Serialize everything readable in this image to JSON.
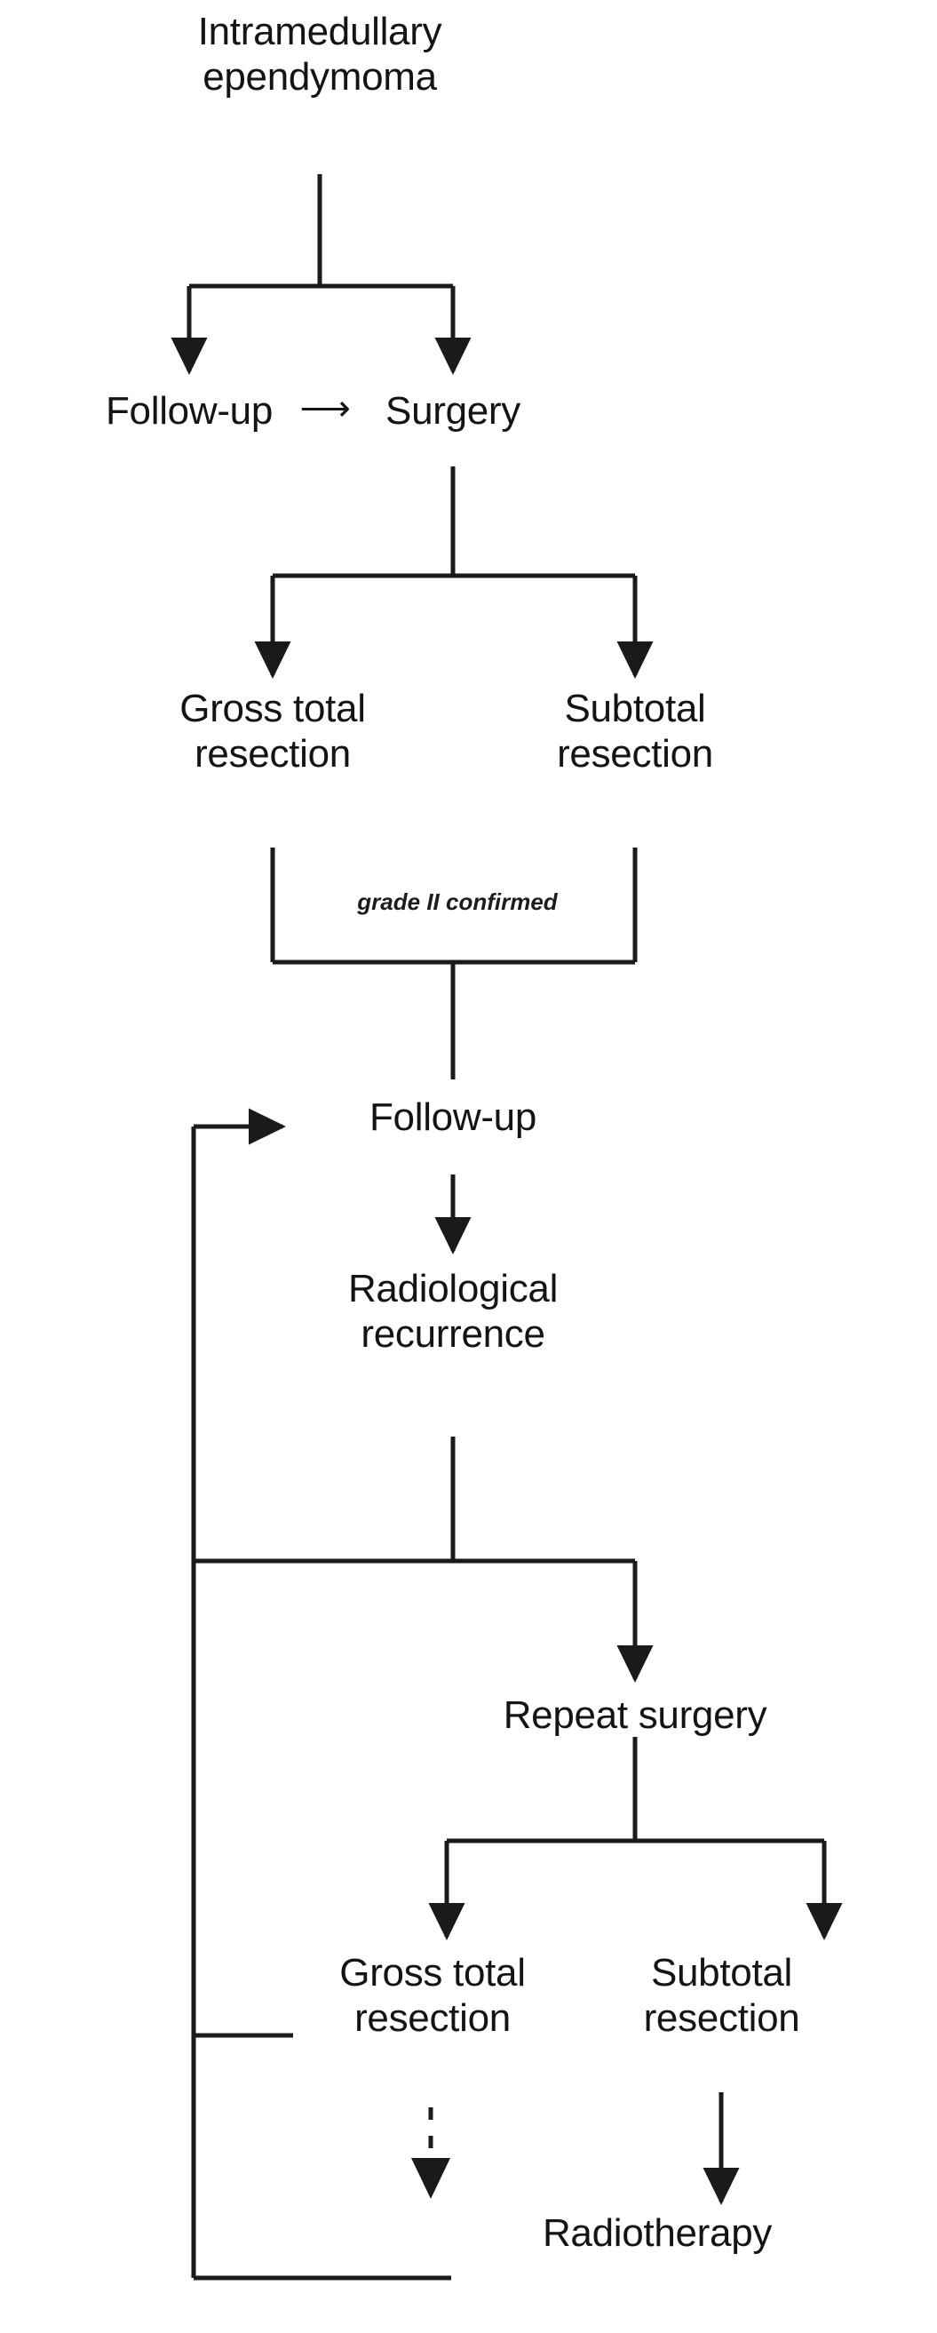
{
  "diagram": {
    "title": "Intramedullary ependymoma management flowchart",
    "type": "flowchart",
    "background_color": "#ffffff",
    "line_color": "#1a1a1a",
    "text_color": "#141414"
  },
  "nodes": {
    "root": {
      "label": "Intramedullary\nependymoma"
    },
    "followup_initial": {
      "label": "Follow-up"
    },
    "inline_arrow": {
      "glyph": "⟶"
    },
    "surgery": {
      "label": "Surgery"
    },
    "gtr_first": {
      "label": "Gross total\nresection"
    },
    "str_first": {
      "label": "Subtotal\nresection"
    },
    "followup_second": {
      "label": "Follow-up"
    },
    "radiological_recurrence": {
      "label": "Radiological\nrecurrence"
    },
    "repeat_surgery": {
      "label": "Repeat surgery"
    },
    "gtr_second": {
      "label": "Gross total\nresection"
    },
    "str_second": {
      "label": "Subtotal\nresection"
    },
    "radiotherapy": {
      "label": "Radiotherapy"
    }
  },
  "edge_labels": {
    "grade_confirmed": "grade II confirmed"
  },
  "chart_data": {
    "type": "flowchart",
    "title": "Intramedullary ependymoma management flowchart",
    "nodes": [
      "Intramedullary ependymoma",
      "Follow-up",
      "Surgery",
      "Gross total resection",
      "Subtotal resection",
      "Follow-up",
      "Radiological recurrence",
      "Repeat surgery",
      "Gross total resection",
      "Subtotal resection",
      "Radiotherapy"
    ],
    "edges": [
      {
        "from": "Intramedullary ependymoma",
        "to": "Follow-up",
        "style": "solid"
      },
      {
        "from": "Intramedullary ependymoma",
        "to": "Surgery",
        "style": "solid"
      },
      {
        "from": "Follow-up",
        "to": "Surgery",
        "style": "solid-inline"
      },
      {
        "from": "Surgery",
        "to": "Gross total resection",
        "style": "solid"
      },
      {
        "from": "Surgery",
        "to": "Subtotal resection",
        "style": "solid"
      },
      {
        "from": "Gross total resection",
        "to": "Follow-up",
        "style": "solid",
        "label": "grade II confirmed"
      },
      {
        "from": "Subtotal resection",
        "to": "Follow-up",
        "style": "solid",
        "label": "grade II confirmed"
      },
      {
        "from": "Follow-up",
        "to": "Radiological recurrence",
        "style": "solid"
      },
      {
        "from": "Radiological recurrence",
        "to": "Repeat surgery",
        "style": "solid"
      },
      {
        "from": "Radiological recurrence",
        "to": "Follow-up",
        "style": "solid-loop"
      },
      {
        "from": "Repeat surgery",
        "to": "Gross total resection",
        "style": "solid"
      },
      {
        "from": "Repeat surgery",
        "to": "Subtotal resection",
        "style": "solid"
      },
      {
        "from": "Gross total resection",
        "to": "Radiotherapy",
        "style": "dashed"
      },
      {
        "from": "Subtotal resection",
        "to": "Radiotherapy",
        "style": "solid"
      },
      {
        "from": "Gross total resection",
        "to": "Follow-up",
        "style": "solid-loop"
      },
      {
        "from": "Radiotherapy",
        "to": "Follow-up",
        "style": "solid-loop"
      }
    ]
  }
}
